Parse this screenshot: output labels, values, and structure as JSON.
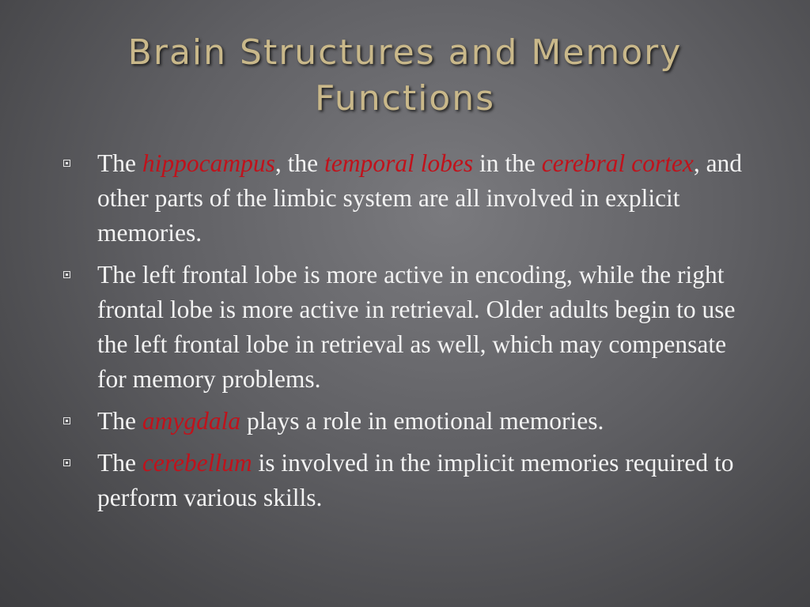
{
  "slide": {
    "title_line1": "Brain Structures and Memory",
    "title_line2": "Functions",
    "colors": {
      "title": "#c9b88a",
      "body_text": "#f2f2f2",
      "emphasis": "#c0121b",
      "background": "#606064"
    },
    "bullet_icon": "square-bullet-icon",
    "bullets": [
      {
        "seg1": "The ",
        "em1": "hippocampus",
        "seg2": ", the ",
        "em2": "temporal lobes",
        "seg3": " in the ",
        "em3": "cerebral cortex",
        "seg4": ", and other parts of the limbic system are all involved in explicit memories."
      },
      {
        "text": "The left frontal lobe is more active in encoding, while the right frontal lobe is more active in retrieval.  Older adults begin to use the left frontal lobe in retrieval as well, which may compensate for memory problems."
      },
      {
        "seg1": "The ",
        "em1": "amygdala",
        "seg2": " plays a role in emotional memories."
      },
      {
        "seg1": "The ",
        "em1": "cerebellum",
        "seg2": " is involved in the implicit memories required to perform various skills."
      }
    ]
  }
}
